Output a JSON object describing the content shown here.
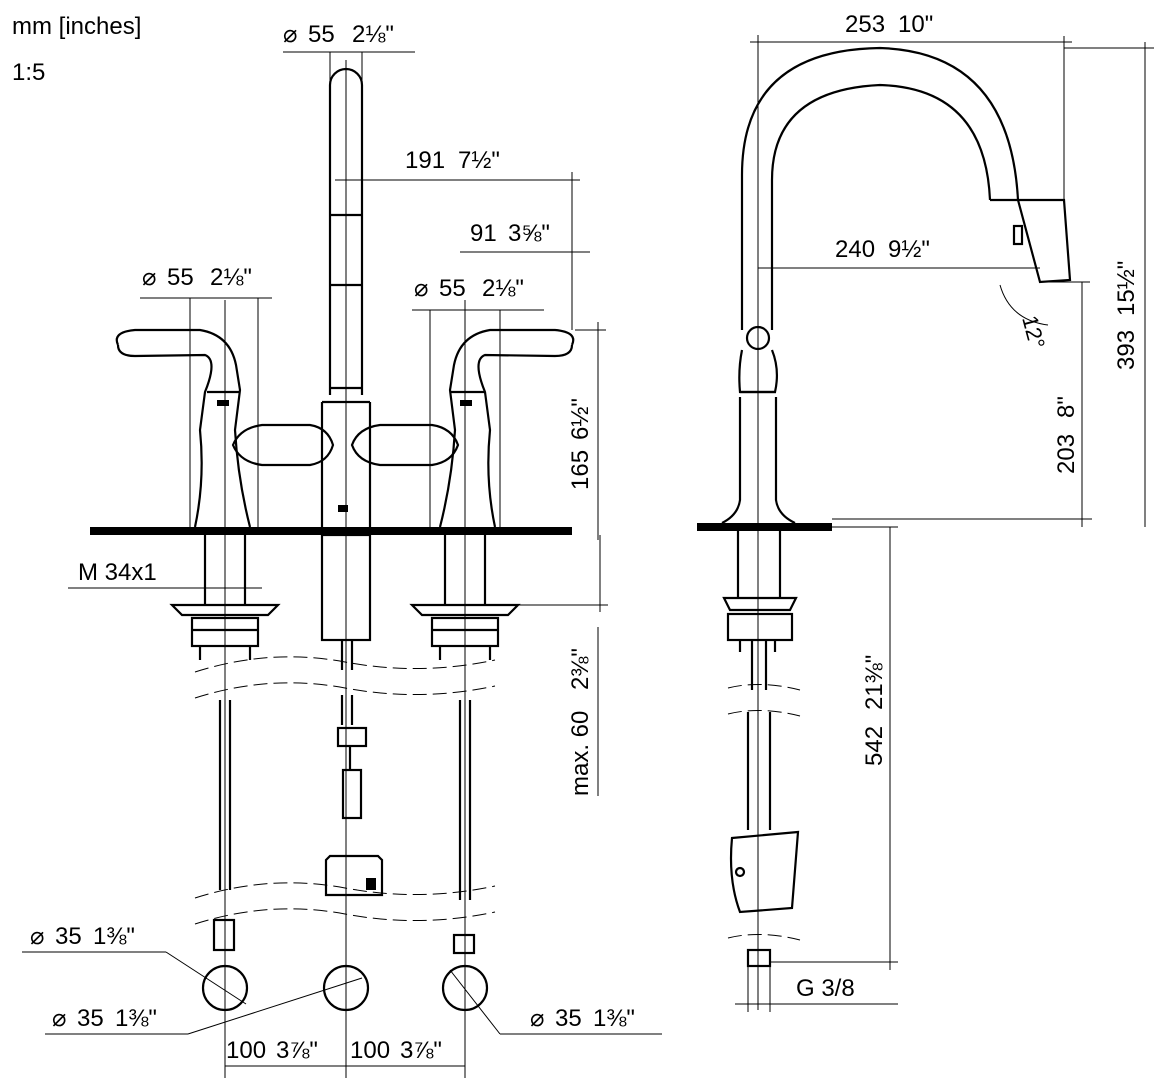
{
  "units_label": "mm [inches]",
  "scale_label": "1:5",
  "front_view": {
    "spout_diameter": {
      "mm": "55",
      "inch": "2⅛\""
    },
    "left_handle_diameter": {
      "mm": "55",
      "inch": "2⅛\""
    },
    "right_handle_diameter": {
      "mm": "55",
      "inch": "2⅛\""
    },
    "reach_191": {
      "mm": "191",
      "inch": "7½\""
    },
    "offset_91": {
      "mm": "91",
      "inch": "3⅝\""
    },
    "handle_height": {
      "mm": "165",
      "inch": "6½\""
    },
    "thread": "M 34x1",
    "deck_thickness": {
      "mm": "max. 60",
      "inch": "2⅜\""
    },
    "hole_left": {
      "mm": "35",
      "inch": "1⅜\""
    },
    "hole_center": {
      "mm": "35",
      "inch": "1⅜\""
    },
    "hole_right": {
      "mm": "35",
      "inch": "1⅜\""
    },
    "spacing_left": {
      "mm": "100",
      "inch": "3⅞\""
    },
    "spacing_right": {
      "mm": "100",
      "inch": "3⅞\""
    },
    "diameter_symbol": "⌀"
  },
  "side_view": {
    "overall_reach": {
      "mm": "253",
      "inch": "10\""
    },
    "spray_reach": {
      "mm": "240",
      "inch": "9½\""
    },
    "spray_angle": "12°",
    "spray_height": {
      "mm": "203",
      "inch": "8\""
    },
    "overall_height": {
      "mm": "393",
      "inch": "15½\""
    },
    "supply_length": {
      "mm": "542",
      "inch": "21⅜\""
    },
    "connection": "G 3/8"
  }
}
